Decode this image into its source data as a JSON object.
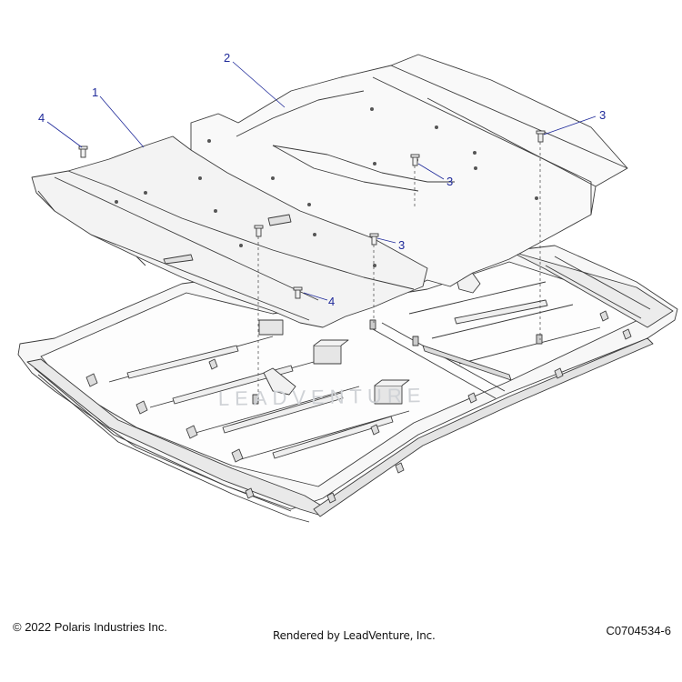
{
  "callouts": {
    "c1": "1",
    "c2": "2",
    "c3a": "3",
    "c3b": "3",
    "c3c": "3",
    "c4a": "4",
    "c4b": "4"
  },
  "watermark": "LEADVENTURE",
  "footer": {
    "copyright": "© 2022 Polaris Industries Inc.",
    "rendered_by": "Rendered by LeadVenture, Inc.",
    "diagram_id": "C0704534-6"
  },
  "colors": {
    "line": "#3a3a3a",
    "callout": "#1f2a9a"
  }
}
